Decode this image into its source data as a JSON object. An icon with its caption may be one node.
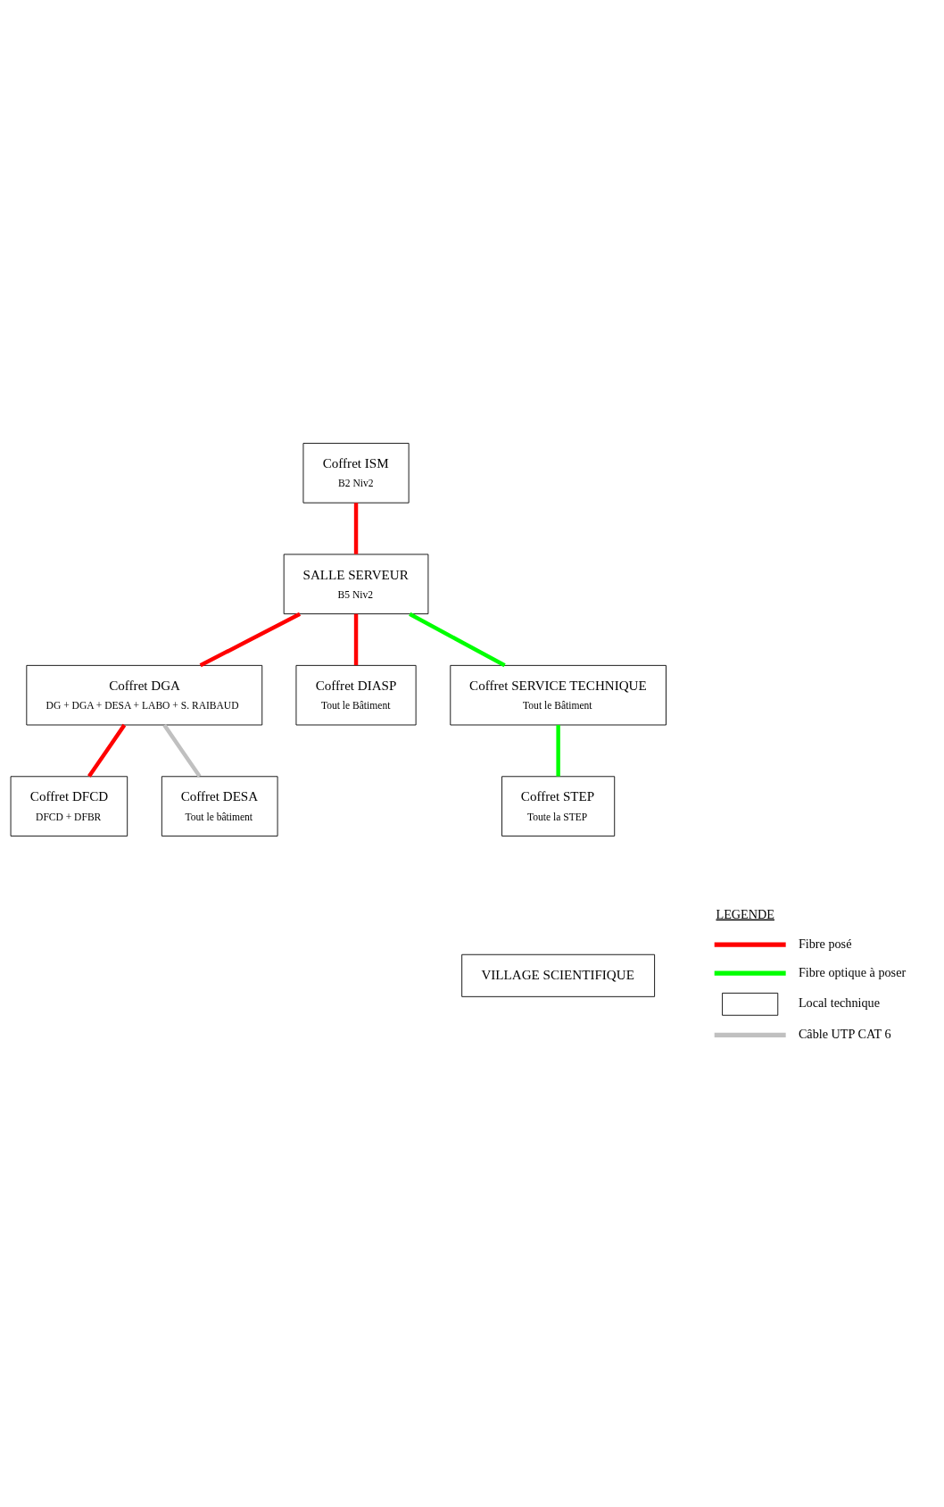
{
  "diagram": {
    "nodes": [
      {
        "text": [
          "Coffret ISM",
          "B2 Niv2"
        ]
      },
      {
        "text": [
          "SALLE SERVEUR",
          "B5 Niv2"
        ]
      },
      {
        "text": [
          "Coffret DGA",
          "DG + DGA + DESA + LABO + S. RAIBAUD"
        ]
      },
      {
        "text": [
          "Coffret DIASP",
          "Tout le Bâtiment"
        ]
      },
      {
        "text": [
          "Coffret DFCD",
          "DFCD + DFBR"
        ]
      },
      {
        "text": [
          "Coffret DESA",
          "Tout le bâtiment"
        ]
      },
      {
        "text": [
          "Coffret SERVICE TECHNIQUE",
          "Tout le Bâtiment"
        ]
      },
      {
        "text": [
          "Coffret STEP",
          "Toute la STEP"
        ]
      },
      {
        "text": [
          "VILLAGE SCIENTIFIQUE"
        ]
      }
    ],
    "edges": [
      {
        "from": 0,
        "to": 1,
        "arrow": "none"
      },
      {
        "from": 1,
        "to": 2,
        "arrow": "none"
      },
      {
        "from": 1,
        "to": 3,
        "arrow": "none"
      },
      {
        "from": 1,
        "to": 6,
        "arrow": "none",
        "color": "#00ff00"
      },
      {
        "from": 2,
        "to": 4,
        "arrow": "none"
      },
      {
        "from": 2,
        "to": 5,
        "arrow": "none",
        "color": "#c0c0c0"
      },
      {
        "from": 6,
        "to": 7,
        "arrow": "none",
        "color": "#00ff00"
      }
    ],
    "labels": [
      "LEGENDE"
    ],
    "legend": [
      {
        "text": "Fibre posé",
        "color": "#ff0000"
      },
      {
        "text": "Fibre optique à poser",
        "color": "#00ff00"
      },
      {
        "text": "Local technique"
      },
      {
        "text": "Câble UTP CAT 6",
        "color": "#c0c0c0"
      }
    ]
  }
}
